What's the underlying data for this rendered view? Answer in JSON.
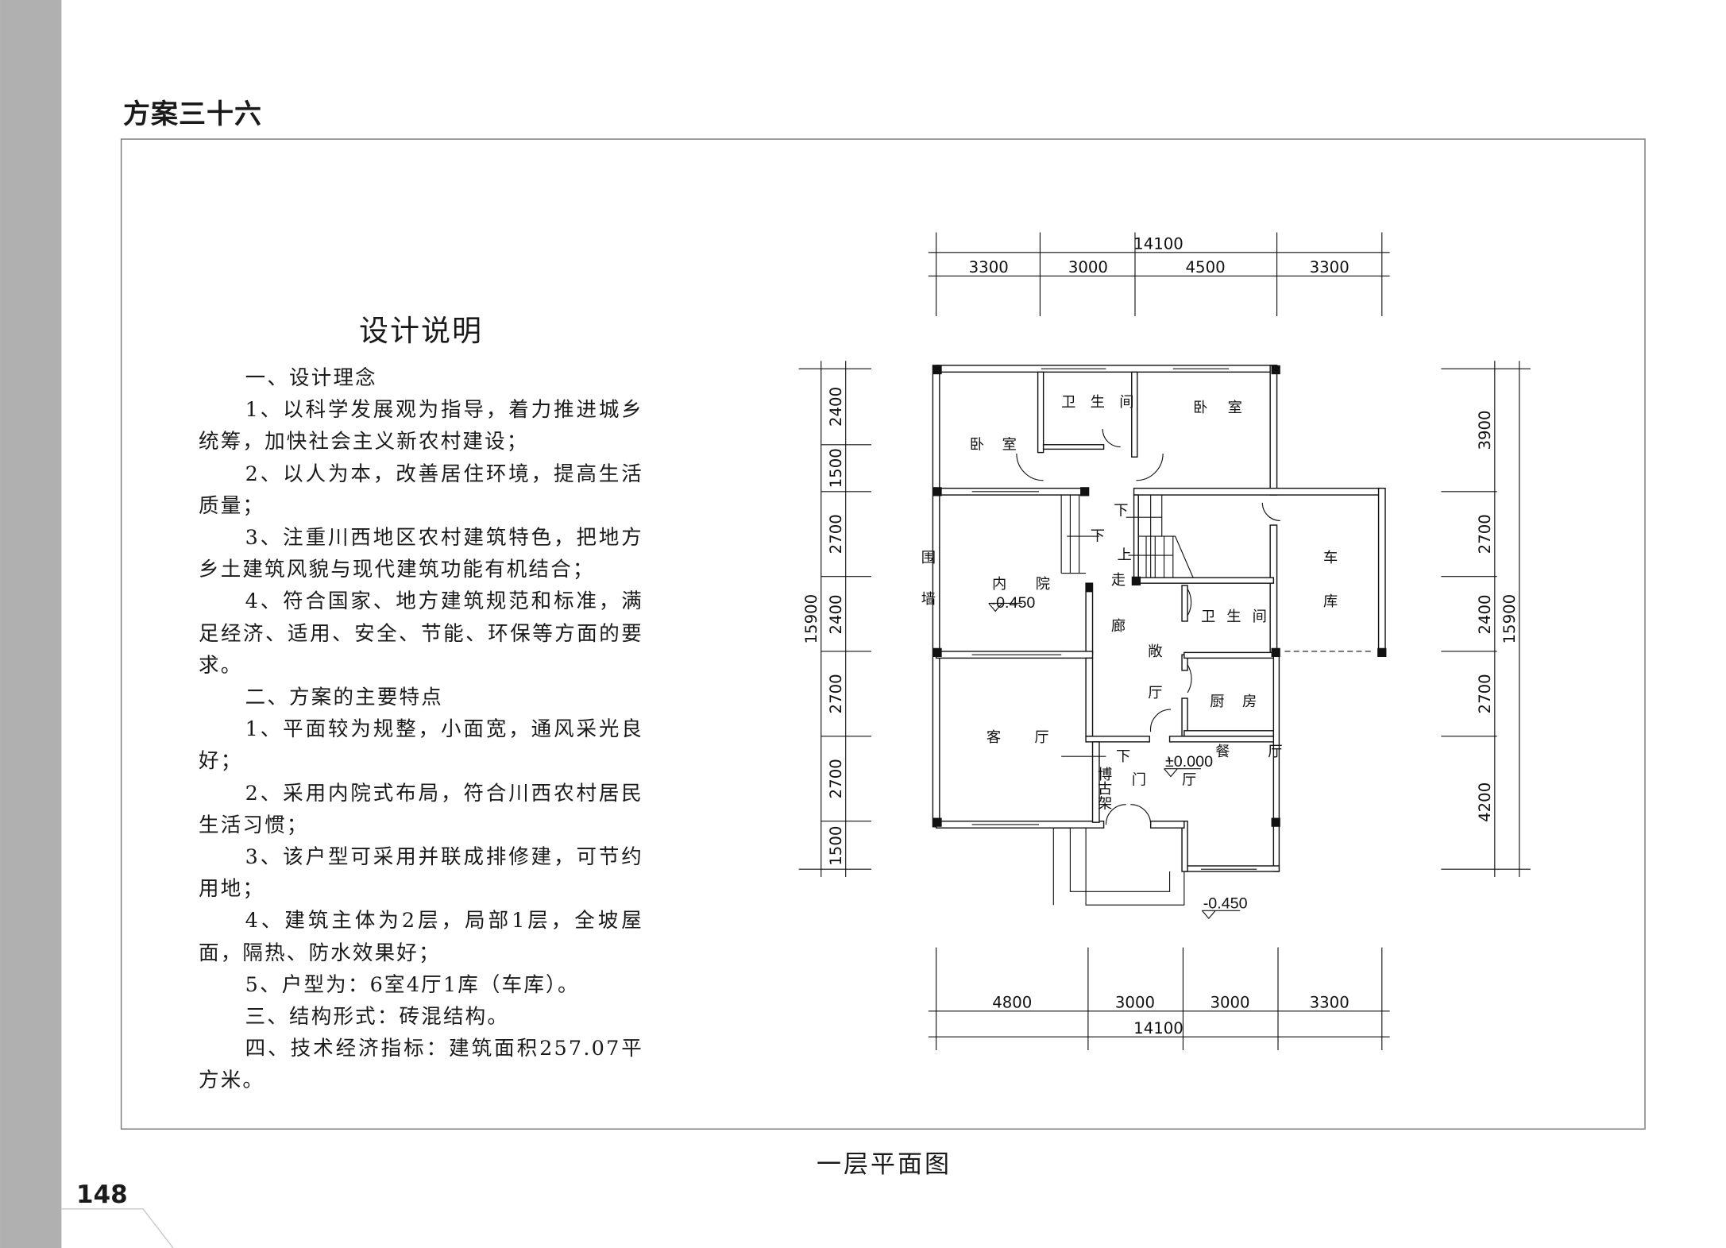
{
  "header": {
    "title": "方案三十六"
  },
  "description": {
    "title": "设计说明",
    "paragraphs": [
      "一、设计理念",
      "1、以科学发展观为指导，着力推进城乡统筹，加快社会主义新农村建设；",
      "2、以人为本，改善居住环境，提高生活质量；",
      "3、注重川西地区农村建筑特色，把地方乡土建筑风貌与现代建筑功能有机结合；",
      "4、符合国家、地方建筑规范和标准，满足经济、适用、安全、节能、环保等方面的要求。",
      "二、方案的主要特点",
      "1、平面较为规整，小面宽，通风采光良好；",
      "2、采用内院式布局，符合川西农村居民生活习惯；",
      "3、该户型可采用并联成排修建，可节约用地；",
      "4、建筑主体为2层，局部1层，全坡屋面，隔热、防水效果好；",
      "5、户型为：6室4厅1库（车库）。",
      "三、结构形式：砖混结构。",
      "四、技术经济指标：建筑面积257.07平方米。"
    ]
  },
  "plan": {
    "caption": "一层平面图",
    "dimensions": {
      "top_total": "14100",
      "top": [
        "3300",
        "3000",
        "4500",
        "3300"
      ],
      "bottom": [
        "4800",
        "3000",
        "3000",
        "3300"
      ],
      "bottom_total": "14100",
      "left": [
        "2400",
        "1500",
        "2700",
        "2400",
        "2700",
        "2700",
        "1500"
      ],
      "left_total": "15900",
      "right": [
        "3900",
        "2700",
        "2400",
        "2700",
        "4200"
      ],
      "right_total": "15900"
    },
    "rooms": {
      "bedroom_left": "卧室",
      "bathroom_top": "卫生间",
      "bedroom_right": "卧室",
      "garage": "车库",
      "enclosure_wall": "围墙",
      "courtyard": "内院",
      "corridor": "走廊",
      "open_hall": "敞厅",
      "bathroom_right": "卫生间",
      "kitchen": "厨房",
      "living_room": "客厅",
      "dining_room": "餐厅",
      "curio_shelf": "博古架",
      "entrance_hall": "门厅"
    },
    "stairs": {
      "down1": "下",
      "down2": "下",
      "up": "上",
      "down3": "下"
    },
    "levels": {
      "courtyard": "-0.450",
      "entrance": "±0.000",
      "porch": "-0.450"
    }
  },
  "footer": {
    "page_number": "148"
  },
  "colors": {
    "sidebar": "#b0b0b0",
    "line": "#111111"
  }
}
